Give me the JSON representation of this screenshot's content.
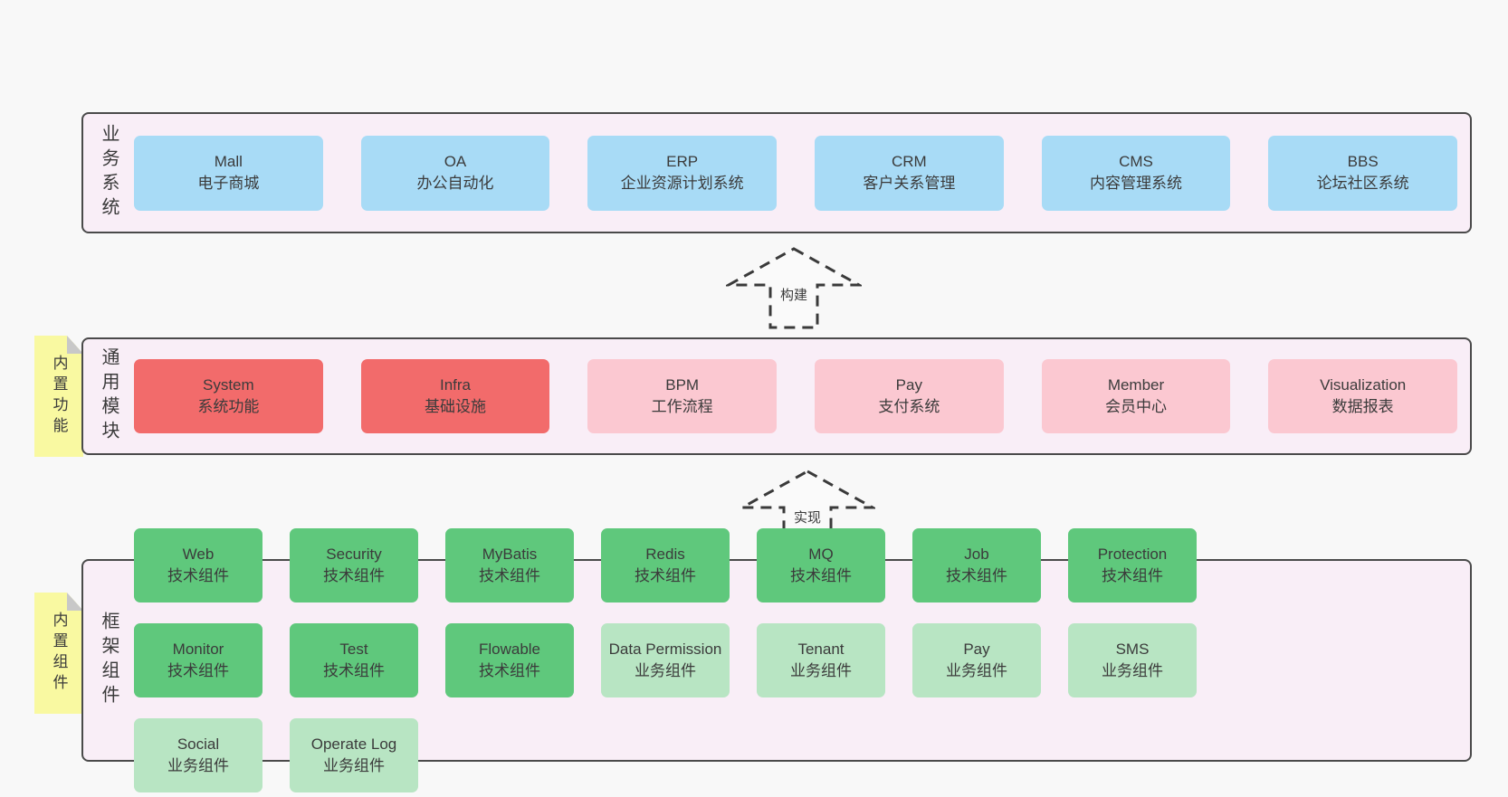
{
  "palette": {
    "page_bg": "#f8f8f8",
    "layer_bg": "#f9eef7",
    "layer_border": "#4a4a4a",
    "business_box": "#a8dbf6",
    "core_module_box": "#f26b6b",
    "module_box": "#fbc8d1",
    "tech_component_box": "#5fc87c",
    "biz_component_box": "#b8e5c3",
    "note_bg": "#f9f9a1",
    "note_fold": "#c8c8c8",
    "text": "#3a3a3a"
  },
  "arrows": [
    {
      "label": "构建"
    },
    {
      "label": "实现"
    }
  ],
  "layers": {
    "business": {
      "label": "业务系统",
      "boxes": [
        {
          "title": "Mall",
          "subtitle": "电子商城"
        },
        {
          "title": "OA",
          "subtitle": "办公自动化"
        },
        {
          "title": "ERP",
          "subtitle": "企业资源计划系统"
        },
        {
          "title": "CRM",
          "subtitle": "客户关系管理"
        },
        {
          "title": "CMS",
          "subtitle": "内容管理系统"
        },
        {
          "title": "BBS",
          "subtitle": "论坛社区系统"
        }
      ]
    },
    "modules": {
      "label": "通用模块",
      "note": "内置功能",
      "boxes": [
        {
          "title": "System",
          "subtitle": "系统功能",
          "variant": "core"
        },
        {
          "title": "Infra",
          "subtitle": "基础设施",
          "variant": "core"
        },
        {
          "title": "BPM",
          "subtitle": "工作流程",
          "variant": "optional"
        },
        {
          "title": "Pay",
          "subtitle": "支付系统",
          "variant": "optional"
        },
        {
          "title": "Member",
          "subtitle": "会员中心",
          "variant": "optional"
        },
        {
          "title": "Visualization",
          "subtitle": "数据报表",
          "variant": "optional"
        }
      ]
    },
    "components": {
      "label": "框架组件",
      "note": "内置组件",
      "boxes": [
        {
          "title": "Web",
          "subtitle": "技术组件",
          "variant": "tech"
        },
        {
          "title": "Security",
          "subtitle": "技术组件",
          "variant": "tech"
        },
        {
          "title": "MyBatis",
          "subtitle": "技术组件",
          "variant": "tech"
        },
        {
          "title": "Redis",
          "subtitle": "技术组件",
          "variant": "tech"
        },
        {
          "title": "MQ",
          "subtitle": "技术组件",
          "variant": "tech"
        },
        {
          "title": "Job",
          "subtitle": "技术组件",
          "variant": "tech"
        },
        {
          "title": "Protection",
          "subtitle": "技术组件",
          "variant": "tech"
        },
        {
          "title": "Monitor",
          "subtitle": "技术组件",
          "variant": "tech"
        },
        {
          "title": "Test",
          "subtitle": "技术组件",
          "variant": "tech"
        },
        {
          "title": "Flowable",
          "subtitle": "技术组件",
          "variant": "tech"
        },
        {
          "title": "Data Permission",
          "subtitle": "业务组件",
          "variant": "biz"
        },
        {
          "title": "Tenant",
          "subtitle": "业务组件",
          "variant": "biz"
        },
        {
          "title": "Pay",
          "subtitle": "业务组件",
          "variant": "biz"
        },
        {
          "title": "SMS",
          "subtitle": "业务组件",
          "variant": "biz"
        },
        {
          "title": "Social",
          "subtitle": "业务组件",
          "variant": "biz"
        },
        {
          "title": "Operate Log",
          "subtitle": "业务组件",
          "variant": "biz"
        }
      ]
    }
  }
}
